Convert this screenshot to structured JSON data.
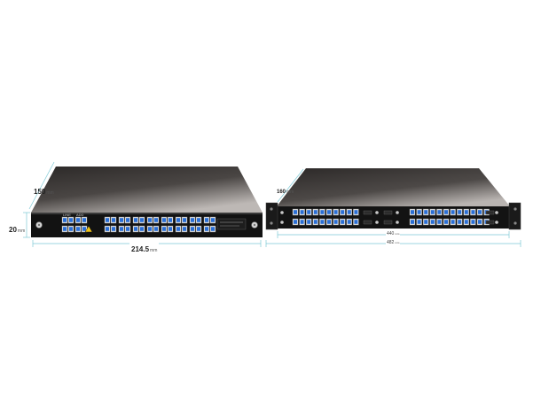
{
  "device_a": {
    "depth": {
      "value": "150",
      "unit": "mm"
    },
    "height": {
      "value": "20",
      "unit": "mm"
    },
    "width": {
      "value": "214.5",
      "unit": "mm"
    },
    "port_labels": [
      "LINE",
      "ADD",
      "",
      "",
      "",
      "",
      "",
      ""
    ]
  },
  "device_b": {
    "depth": {
      "value": "160",
      "unit": "mm"
    },
    "inner_width": {
      "value": "440",
      "unit": "mm"
    },
    "outer_width": {
      "value": "482",
      "unit": "mm"
    }
  },
  "colors": {
    "panel": "#141414",
    "body_top_dark": "#2a2726",
    "body_top_light": "#b5b0ad",
    "port_blue": "#2a6fd6",
    "dimension_line": "#7ec9d6"
  }
}
